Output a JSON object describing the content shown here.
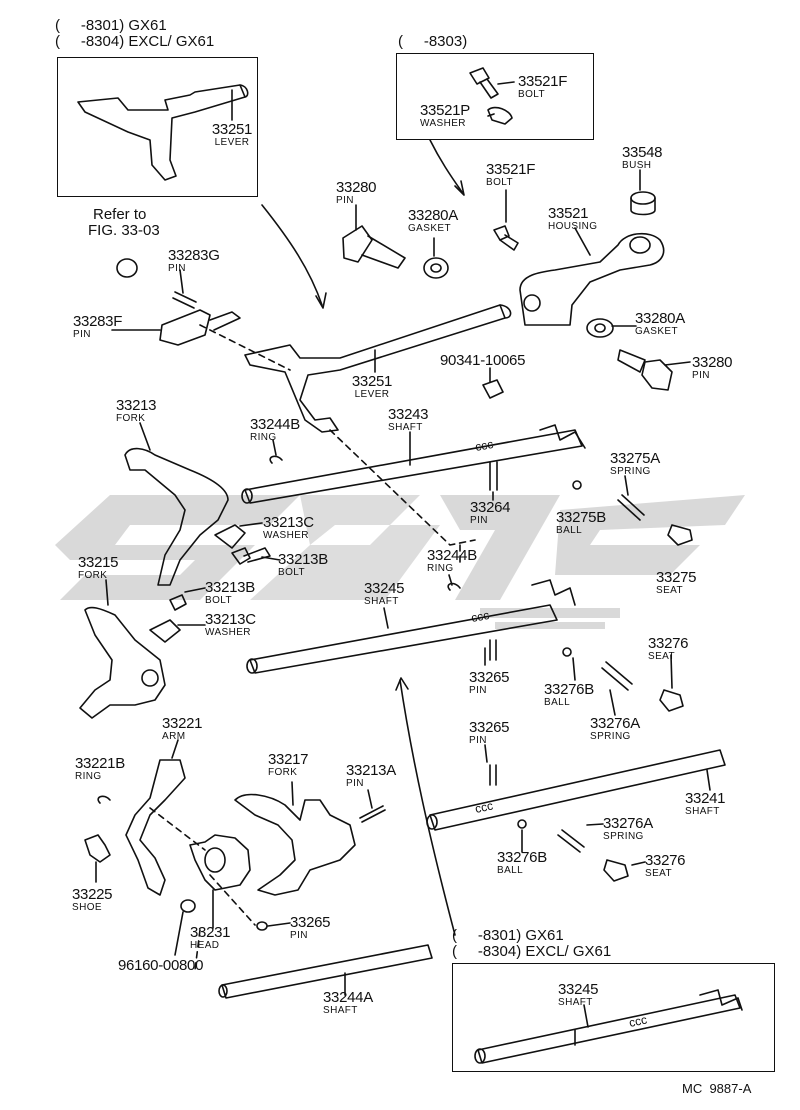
{
  "notes": {
    "top_left_line1": "(     -8301) GX61",
    "top_left_line2": "(     -8304) EXCL/ GX61",
    "top_mid": "(     -8303)",
    "bottom_right_line1": "(     -8301) GX61",
    "bottom_right_line2": "(     -8304) EXCL/ GX61",
    "refer_line1": "Refer to",
    "refer_line2": "FIG. 33-03",
    "diagram_code": "MC  9887-A"
  },
  "labels": [
    {
      "id": "p33251a",
      "num": "33251",
      "name": "LEVER"
    },
    {
      "id": "p33521f_box",
      "num": "33521F",
      "name": "BOLT"
    },
    {
      "id": "p33521p",
      "num": "33521P",
      "name": "WASHER"
    },
    {
      "id": "p33280_top",
      "num": "33280",
      "name": "PIN"
    },
    {
      "id": "p33280a_top",
      "num": "33280A",
      "name": "GASKET"
    },
    {
      "id": "p33521f",
      "num": "33521F",
      "name": "BOLT"
    },
    {
      "id": "p33548",
      "num": "33548",
      "name": "BUSH"
    },
    {
      "id": "p33521",
      "num": "33521",
      "name": "HOUSING"
    },
    {
      "id": "p33283g",
      "num": "33283G",
      "name": "PIN"
    },
    {
      "id": "p33283f",
      "num": "33283F",
      "name": "PIN"
    },
    {
      "id": "p33280a_right",
      "num": "33280A",
      "name": "GASKET"
    },
    {
      "id": "p33280_right",
      "num": "33280",
      "name": "PIN"
    },
    {
      "id": "p90341",
      "num": "90341-10065",
      "name": ""
    },
    {
      "id": "p33251b",
      "num": "33251",
      "name": "LEVER"
    },
    {
      "id": "p33213",
      "num": "33213",
      "name": "FORK"
    },
    {
      "id": "p33244b_top",
      "num": "33244B",
      "name": "RING"
    },
    {
      "id": "p33243",
      "num": "33243",
      "name": "SHAFT"
    },
    {
      "id": "p33275a",
      "num": "33275A",
      "name": "SPRING"
    },
    {
      "id": "p33264",
      "num": "33264",
      "name": "PIN"
    },
    {
      "id": "p33275b",
      "num": "33275B",
      "name": "BALL"
    },
    {
      "id": "p33213c_top",
      "num": "33213C",
      "name": "WASHER"
    },
    {
      "id": "p33213b_top",
      "num": "33213B",
      "name": "BOLT"
    },
    {
      "id": "p33275",
      "num": "33275",
      "name": "SEAT"
    },
    {
      "id": "p33215",
      "num": "33215",
      "name": "FORK"
    },
    {
      "id": "p33244b_mid",
      "num": "33244B",
      "name": "RING"
    },
    {
      "id": "p33245",
      "num": "33245",
      "name": "SHAFT"
    },
    {
      "id": "p33213b_low",
      "num": "33213B",
      "name": "BOLT"
    },
    {
      "id": "p33213c_low",
      "num": "33213C",
      "name": "WASHER"
    },
    {
      "id": "p33276_top",
      "num": "33276",
      "name": "SEAT"
    },
    {
      "id": "p33265_a",
      "num": "33265",
      "name": "PIN"
    },
    {
      "id": "p33276b_top",
      "num": "33276B",
      "name": "BALL"
    },
    {
      "id": "p33276a_top",
      "num": "33276A",
      "name": "SPRING"
    },
    {
      "id": "p33221",
      "num": "33221",
      "name": "ARM"
    },
    {
      "id": "p33265_b",
      "num": "33265",
      "name": "PIN"
    },
    {
      "id": "p33221b",
      "num": "33221B",
      "name": "RING"
    },
    {
      "id": "p33217",
      "num": "33217",
      "name": "FORK"
    },
    {
      "id": "p33213a",
      "num": "33213A",
      "name": "PIN"
    },
    {
      "id": "p33241",
      "num": "33241",
      "name": "SHAFT"
    },
    {
      "id": "p33276a_low",
      "num": "33276A",
      "name": "SPRING"
    },
    {
      "id": "p33276b_low",
      "num": "33276B",
      "name": "BALL"
    },
    {
      "id": "p33276_low",
      "num": "33276",
      "name": "SEAT"
    },
    {
      "id": "p33225",
      "num": "33225",
      "name": "SHOE"
    },
    {
      "id": "p33231",
      "num": "33231",
      "name": "HEAD"
    },
    {
      "id": "p33265_c",
      "num": "33265",
      "name": "PIN"
    },
    {
      "id": "p96160",
      "num": "96160-00800",
      "name": ""
    },
    {
      "id": "p33244a",
      "num": "33244A",
      "name": "SHAFT"
    },
    {
      "id": "p33245_box",
      "num": "33245",
      "name": "SHAFT"
    }
  ],
  "colors": {
    "ink": "#111111",
    "watermark": "#d9d9d9"
  }
}
